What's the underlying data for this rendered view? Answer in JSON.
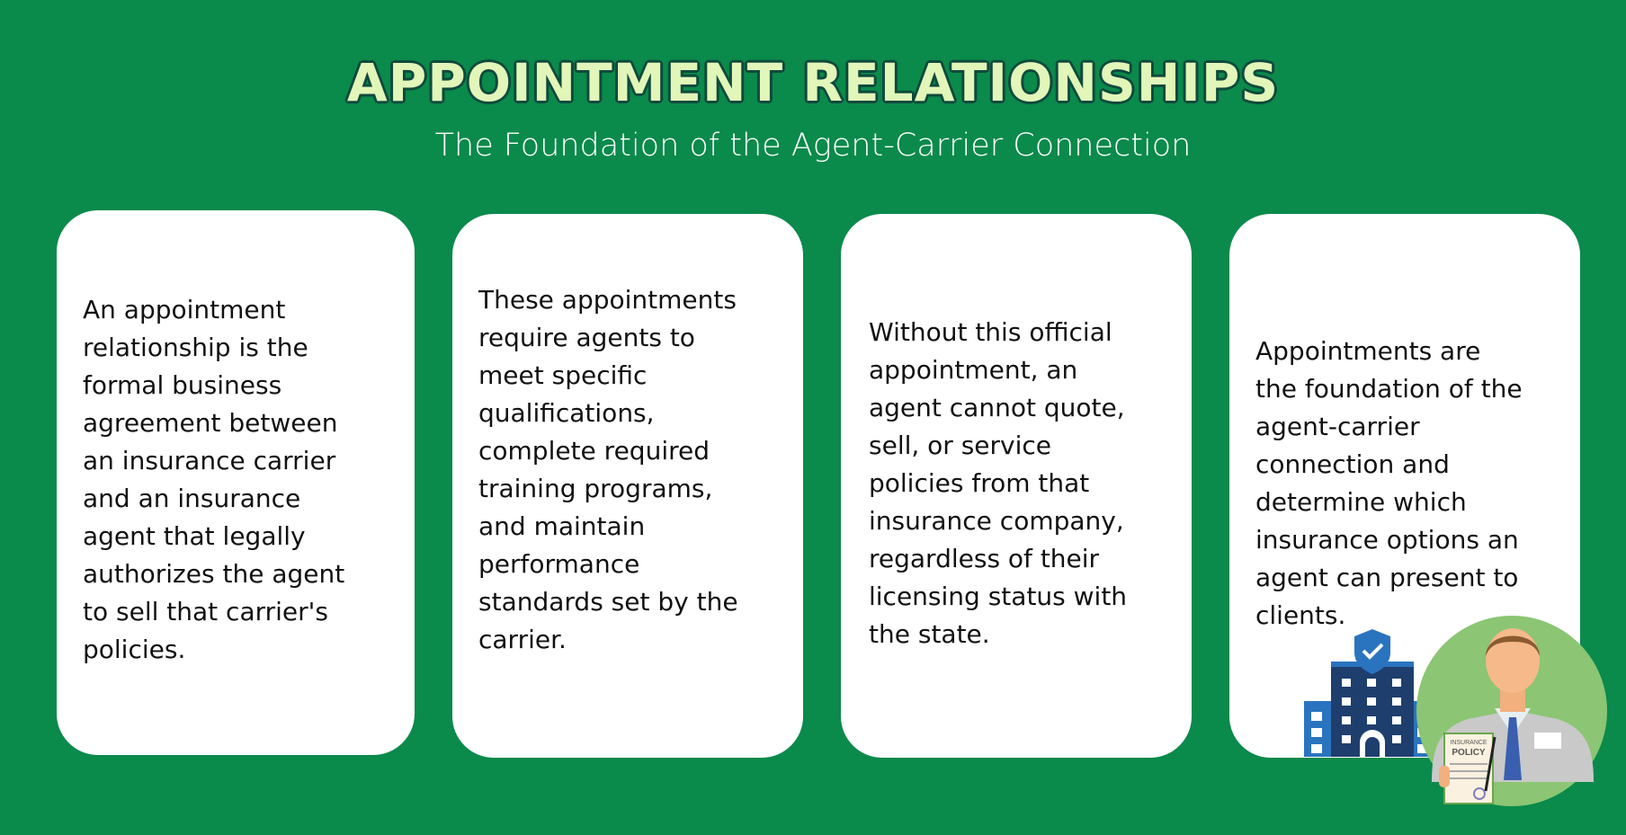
{
  "header": {
    "title": "APPOINTMENT RELATIONSHIPS",
    "subtitle": "The Foundation of the Agent-Carrier Connection"
  },
  "cards": [
    {
      "lines": [
        "An appointment",
        "relationship is the",
        "formal business",
        "agreement between",
        "an insurance carrier",
        "and an insurance",
        "agent that legally",
        "authorizes the agent",
        "to sell that carrier's",
        "policies."
      ]
    },
    {
      "lines": [
        "These appointments",
        "require agents to",
        "meet specific",
        "qualifications,",
        "complete required",
        "training programs,",
        "and maintain",
        "performance",
        "standards set by the",
        "carrier."
      ]
    },
    {
      "lines": [
        "Without this official",
        "appointment, an",
        "agent cannot quote,",
        "sell, or service",
        "policies from that",
        "insurance company,",
        "regardless of their",
        "licensing status with",
        "the state."
      ]
    },
    {
      "lines": [
        "Appointments are",
        "the foundation of the",
        "agent-carrier",
        "connection and",
        "determine which",
        "insurance options an",
        "agent can present to",
        "clients."
      ]
    }
  ],
  "illustration": {
    "document_title_1": "INSURANCE",
    "document_title_2": "POLICY"
  },
  "colors": {
    "background": "#0a8a4b",
    "title": "#e2f6b9",
    "circle": "#8cc574",
    "building_dark": "#1e3f6e",
    "building_light": "#2a74bf"
  }
}
